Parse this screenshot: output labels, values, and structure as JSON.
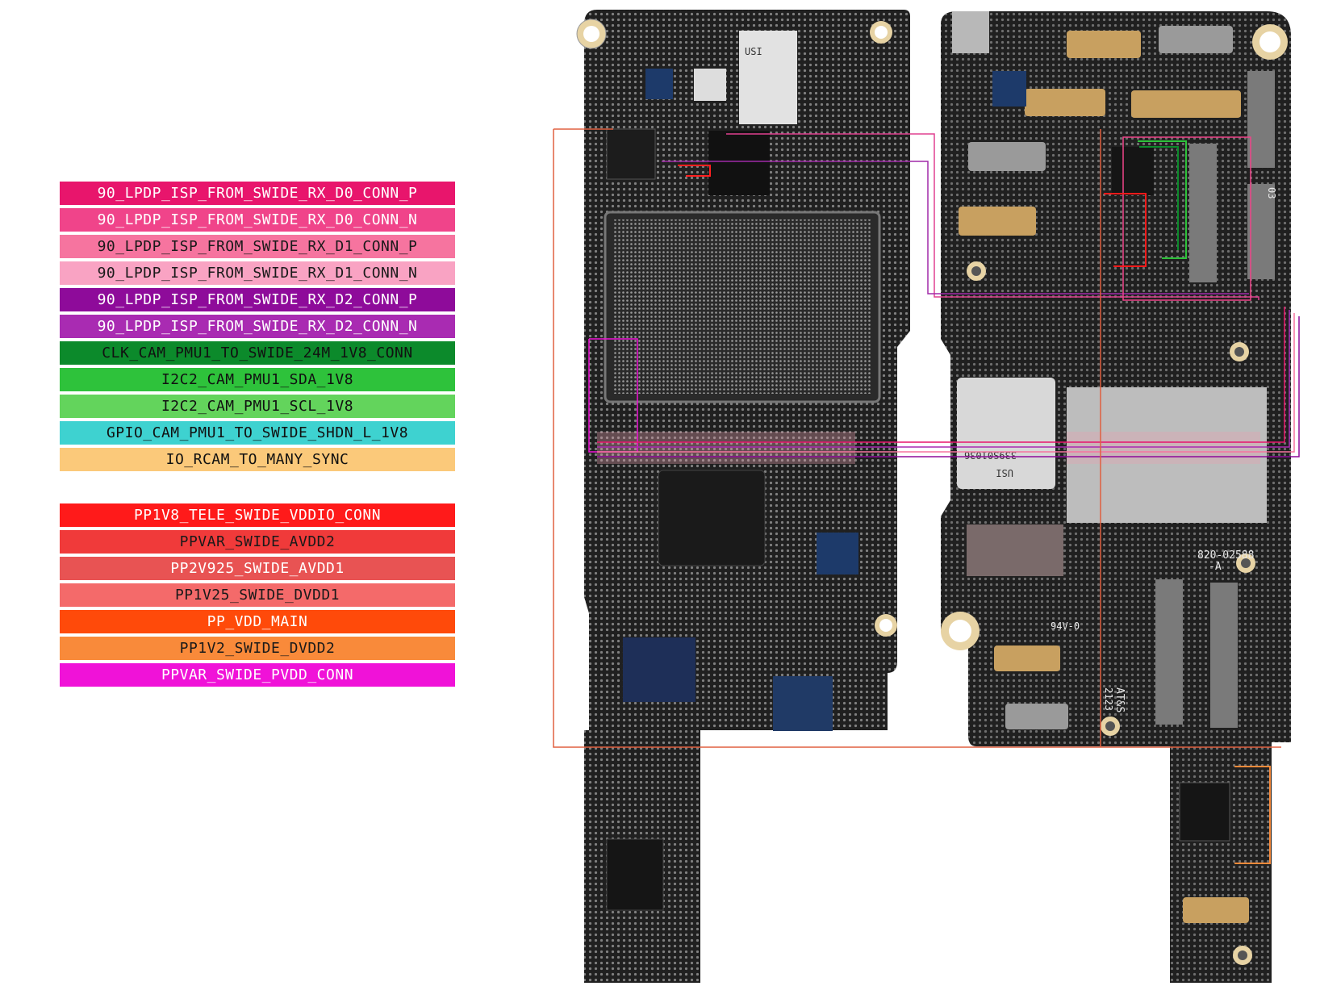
{
  "legend_signals": [
    {
      "label": "90_LPDP_ISP_FROM_SWIDE_RX_D0_CONN_P",
      "color": "#e8156c",
      "text": "#ffffff"
    },
    {
      "label": "90_LPDP_ISP_FROM_SWIDE_RX_D0_CONN_N",
      "color": "#f0448a",
      "text": "#ffffff"
    },
    {
      "label": "90_LPDP_ISP_FROM_SWIDE_RX_D1_CONN_P",
      "color": "#f6749f",
      "text": "#1a1a1a"
    },
    {
      "label": "90_LPDP_ISP_FROM_SWIDE_RX_D1_CONN_N",
      "color": "#f9a3c3",
      "text": "#1a1a1a"
    },
    {
      "label": "90_LPDP_ISP_FROM_SWIDE_RX_D2_CONN_P",
      "color": "#8e0b9a",
      "text": "#ffffff"
    },
    {
      "label": "90_LPDP_ISP_FROM_SWIDE_RX_D2_CONN_N",
      "color": "#a92bb2",
      "text": "#ffffff"
    },
    {
      "label": "CLK_CAM_PMU1_TO_SWIDE_24M_1V8_CONN",
      "color": "#0c8a2b",
      "text": "#111111"
    },
    {
      "label": "I2C2_CAM_PMU1_SDA_1V8",
      "color": "#2ec23b",
      "text": "#111111"
    },
    {
      "label": "I2C2_CAM_PMU1_SCL_1V8",
      "color": "#63d45c",
      "text": "#111111"
    },
    {
      "label": "GPIO_CAM_PMU1_TO_SWIDE_SHDN_L_1V8",
      "color": "#3ed2d0",
      "text": "#111111"
    },
    {
      "label": "IO_RCAM_TO_MANY_SYNC",
      "color": "#fbc97a",
      "text": "#111111"
    }
  ],
  "legend_power": [
    {
      "label": "PP1V8_TELE_SWIDE_VDDIO_CONN",
      "color": "#ff1a1a",
      "text": "#ffffff"
    },
    {
      "label": "PPVAR_SWIDE_AVDD2",
      "color": "#f03a3a",
      "text": "#1a1a1a"
    },
    {
      "label": "PP2V925_SWIDE_AVDD1",
      "color": "#e85353",
      "text": "#ffffff"
    },
    {
      "label": "PP1V25_SWIDE_DVDD1",
      "color": "#f46a6a",
      "text": "#1a1a1a"
    },
    {
      "label": "PP_VDD_MAIN",
      "color": "#ff4a0a",
      "text": "#ffffff"
    },
    {
      "label": "PP1V2_SWIDE_DVDD2",
      "color": "#f98a3a",
      "text": "#1a1a1a"
    },
    {
      "label": "PPVAR_SWIDE_PVDD_CONN",
      "color": "#f012d8",
      "text": "#ffffff"
    }
  ],
  "board_markings": {
    "usi_top": "USI",
    "usi_mid": "USI",
    "usi_code": "339S01036",
    "part_number": "820-02588",
    "revision": "-A",
    "rating": "94V-0",
    "maker": "AT&S",
    "year": "2123",
    "side_code": "03"
  }
}
